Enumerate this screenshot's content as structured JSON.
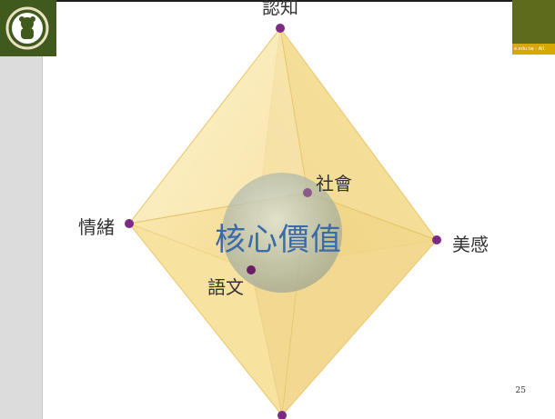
{
  "diagram": {
    "center": "核心價值",
    "nodes": {
      "top": "認知",
      "left": "情緒",
      "right": "美感",
      "inner_back": "社會",
      "inner_front": "語文"
    }
  },
  "header": {
    "url_text": "e.edu.tw - All"
  },
  "footer": {
    "page_number": "25"
  },
  "colors": {
    "facet_light": "#fbeec0",
    "facet_mid": "#f3d98a",
    "facet_dark": "#e7c46a",
    "node": "#7b2a86",
    "sphere": "#b8c2b4",
    "center_text": "#3b6aa8",
    "logo_bg": "#3f5a1c"
  }
}
